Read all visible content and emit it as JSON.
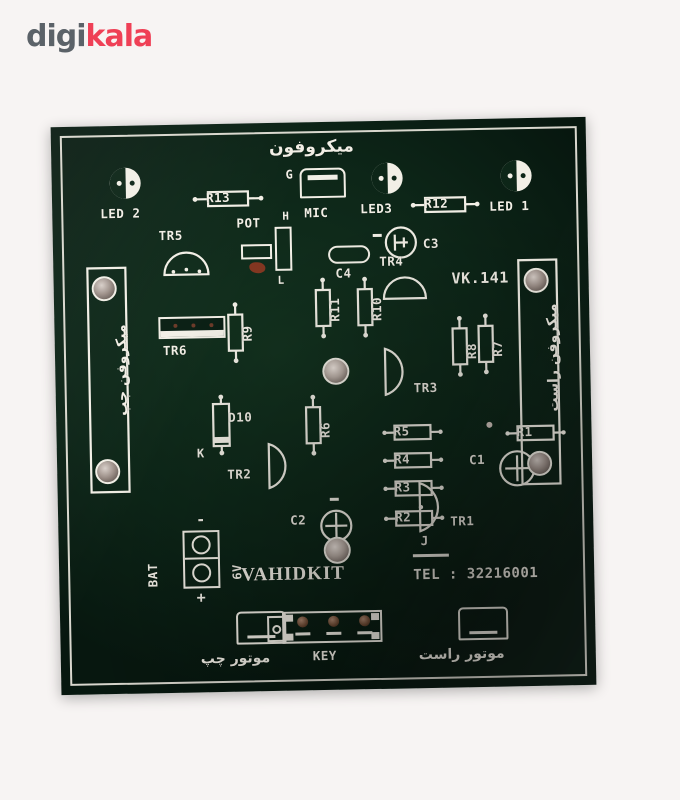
{
  "watermark": {
    "text_gray": "digi",
    "text_red": "kala"
  },
  "board": {
    "title_top": "میکروفون",
    "brand": "VAHIDKIT",
    "model": "VK.141",
    "tel": "TEL : 32216001",
    "left_edge_label": "میکروفن چپ",
    "right_edge_label": "میکروفن راست",
    "battery_label": "BAT",
    "battery_voltage": "6V",
    "battery_minus": "-",
    "battery_plus": "+",
    "left_motor_label": "موتور چپ",
    "right_motor_label": "موتور راست",
    "key_label": "KEY",
    "mic_label": "MIC",
    "mic_pin_g": "G",
    "pot_label": "POT",
    "pot_pin_h": "H",
    "pot_pin_l": "L",
    "diode_k": "K",
    "test_point_j": "J",
    "c1_minus": "-",
    "c2_minus": "-",
    "c3_minus": "-",
    "leds": [
      {
        "ref": "LED 2"
      },
      {
        "ref": "LED3"
      },
      {
        "ref": "LED 1"
      }
    ],
    "resistors": [
      {
        "ref": "R13"
      },
      {
        "ref": "R12"
      },
      {
        "ref": "R11"
      },
      {
        "ref": "R10"
      },
      {
        "ref": "R9"
      },
      {
        "ref": "R8"
      },
      {
        "ref": "R7"
      },
      {
        "ref": "R6"
      },
      {
        "ref": "R5"
      },
      {
        "ref": "R4"
      },
      {
        "ref": "R3"
      },
      {
        "ref": "R2"
      },
      {
        "ref": "R1"
      }
    ],
    "capacitors": [
      {
        "ref": "C1"
      },
      {
        "ref": "C2"
      },
      {
        "ref": "C3"
      },
      {
        "ref": "C4"
      }
    ],
    "transistors": [
      {
        "ref": "TR1"
      },
      {
        "ref": "TR2"
      },
      {
        "ref": "TR3"
      },
      {
        "ref": "TR4"
      },
      {
        "ref": "TR5"
      },
      {
        "ref": "TR6"
      }
    ],
    "diodes": [
      {
        "ref": "D10"
      }
    ],
    "colors": {
      "solder_mask": "#0d2618",
      "silkscreen": "#f2efe6",
      "background": "#f7f4f3",
      "brand_red": "#ef4056",
      "brand_gray": "#5b6268"
    }
  }
}
